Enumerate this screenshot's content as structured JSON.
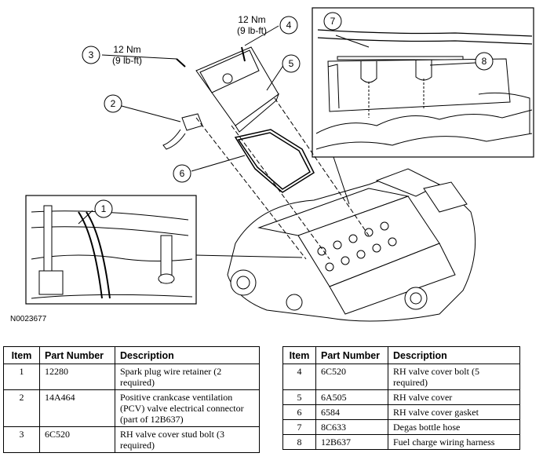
{
  "figure": {
    "id": "N0023677",
    "callouts": [
      {
        "num": "1"
      },
      {
        "num": "2"
      },
      {
        "num": "3",
        "torque": "12 Nm",
        "torque_alt": "(9 lb-ft)"
      },
      {
        "num": "4",
        "torque": "12 Nm",
        "torque_alt": "(9 lb-ft)"
      },
      {
        "num": "5"
      },
      {
        "num": "6"
      },
      {
        "num": "7"
      },
      {
        "num": "8"
      }
    ]
  },
  "table_headers": {
    "item": "Item",
    "part_number": "Part Number",
    "description": "Description"
  },
  "table_left": [
    {
      "item": "1",
      "part": "12280",
      "desc": "Spark plug wire retainer (2 required)"
    },
    {
      "item": "2",
      "part": "14A464",
      "desc": "Positive crankcase ventilation (PCV) valve electrical connector (part of 12B637)"
    },
    {
      "item": "3",
      "part": "6C520",
      "desc": "RH valve cover stud bolt (3 required)"
    }
  ],
  "table_right": [
    {
      "item": "4",
      "part": "6C520",
      "desc": "RH valve cover bolt (5 required)"
    },
    {
      "item": "5",
      "part": "6A505",
      "desc": "RH valve cover"
    },
    {
      "item": "6",
      "part": "6584",
      "desc": "RH valve cover gasket"
    },
    {
      "item": "7",
      "part": "8C633",
      "desc": "Degas bottle hose"
    },
    {
      "item": "8",
      "part": "12B637",
      "desc": "Fuel charge wiring harness"
    }
  ]
}
